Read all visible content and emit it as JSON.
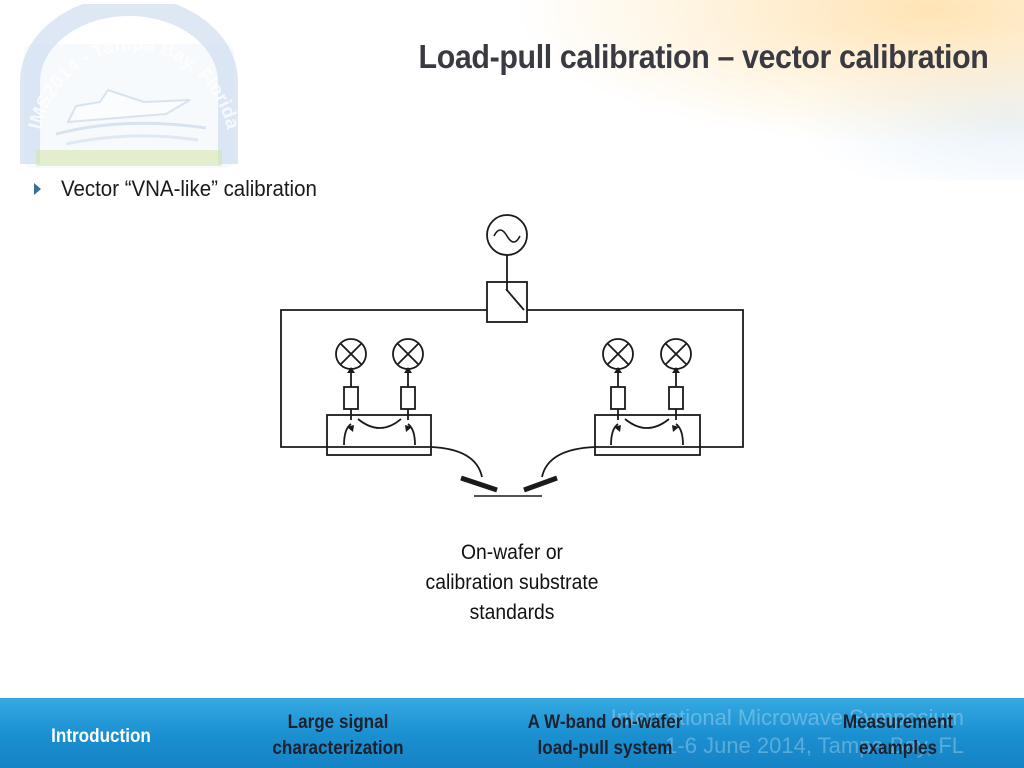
{
  "slide": {
    "title": "Load-pull calibration – vector calibration",
    "bullet": "Vector “VNA-like” calibration",
    "caption": [
      "On-wafer or",
      "calibration substrate",
      "standards"
    ]
  },
  "logo": {
    "text": "IMS2014 - Tampa Bay, Florida",
    "icon": "boat-logo-icon"
  },
  "footer": {
    "watermark": [
      "International Microwave Symposium",
      "1-6 June 2014, Tampa Bay, FL"
    ],
    "nav": [
      {
        "lines": [
          "Introduction"
        ],
        "active": true
      },
      {
        "lines": [
          "Large signal",
          "characterization"
        ],
        "active": false
      },
      {
        "lines": [
          "A W-band on-wafer",
          "load-pull system"
        ],
        "active": false
      },
      {
        "lines": [
          "Measurement",
          "examples"
        ],
        "active": false
      }
    ]
  },
  "colors": {
    "footer": "#1a8fd0",
    "active_nav": "#ffffff",
    "nav_text": "#1a2230",
    "bullet": "#3a6f98",
    "title": "#3a3a42"
  }
}
